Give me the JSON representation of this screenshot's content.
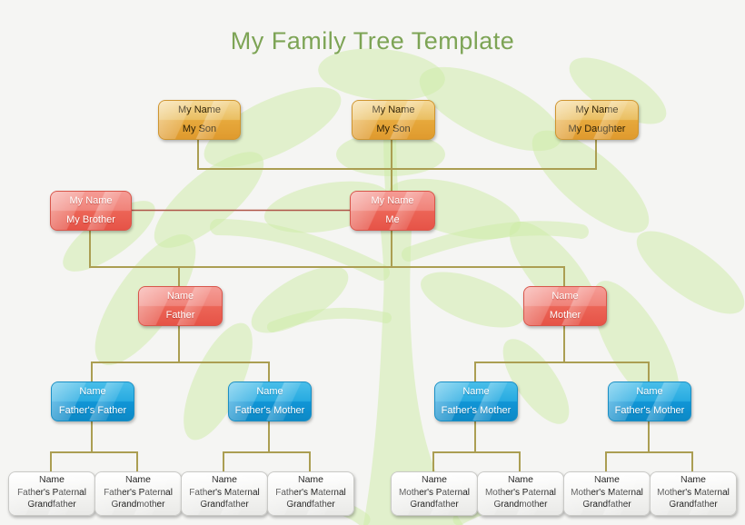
{
  "title": "My Family Tree Template",
  "colors": {
    "title_green": "#7da455",
    "node_orange": "#e7a93c",
    "node_red": "#ec6557",
    "node_blue": "#1095d6",
    "node_gray": "#f0f0ee",
    "connector_olive": "#ab9e52",
    "sibling_line_red": "#b05548",
    "tree_leaf_green": "#cdeba6",
    "background": "#f5f5f3"
  },
  "generations": {
    "children": [
      {
        "name": "My Name",
        "relation": "My Son"
      },
      {
        "name": "My Name",
        "relation": "My Son"
      },
      {
        "name": "My Name",
        "relation": "My Daughter"
      }
    ],
    "self_row": [
      {
        "name": "My Name",
        "relation": "My Brother"
      },
      {
        "name": "My Name",
        "relation": "Me"
      }
    ],
    "parents": [
      {
        "name": "Name",
        "relation": "Father"
      },
      {
        "name": "Name",
        "relation": "Mother"
      }
    ],
    "grandparents": [
      {
        "name": "Name",
        "relation": "Father's Father"
      },
      {
        "name": "Name",
        "relation": "Father's Mother"
      },
      {
        "name": "Name",
        "relation": "Father's Mother"
      },
      {
        "name": "Name",
        "relation": "Father's Mother"
      }
    ],
    "great_grandparents": [
      {
        "name": "Name",
        "relation": "Father's Paternal Grandfather"
      },
      {
        "name": "Name",
        "relation": "Father's Paternal Grandmother"
      },
      {
        "name": "Name",
        "relation": "Father's Maternal Grandfather"
      },
      {
        "name": "Name",
        "relation": "Father's Maternal Grandfather"
      },
      {
        "name": "Name",
        "relation": "Mother's Paternal Grandfather"
      },
      {
        "name": "Name",
        "relation": "Mother's Paternal Grandmother"
      },
      {
        "name": "Name",
        "relation": "Mother's Maternal Grandfather"
      },
      {
        "name": "Name",
        "relation": "Mother's Maternal Grandfather"
      }
    ]
  }
}
